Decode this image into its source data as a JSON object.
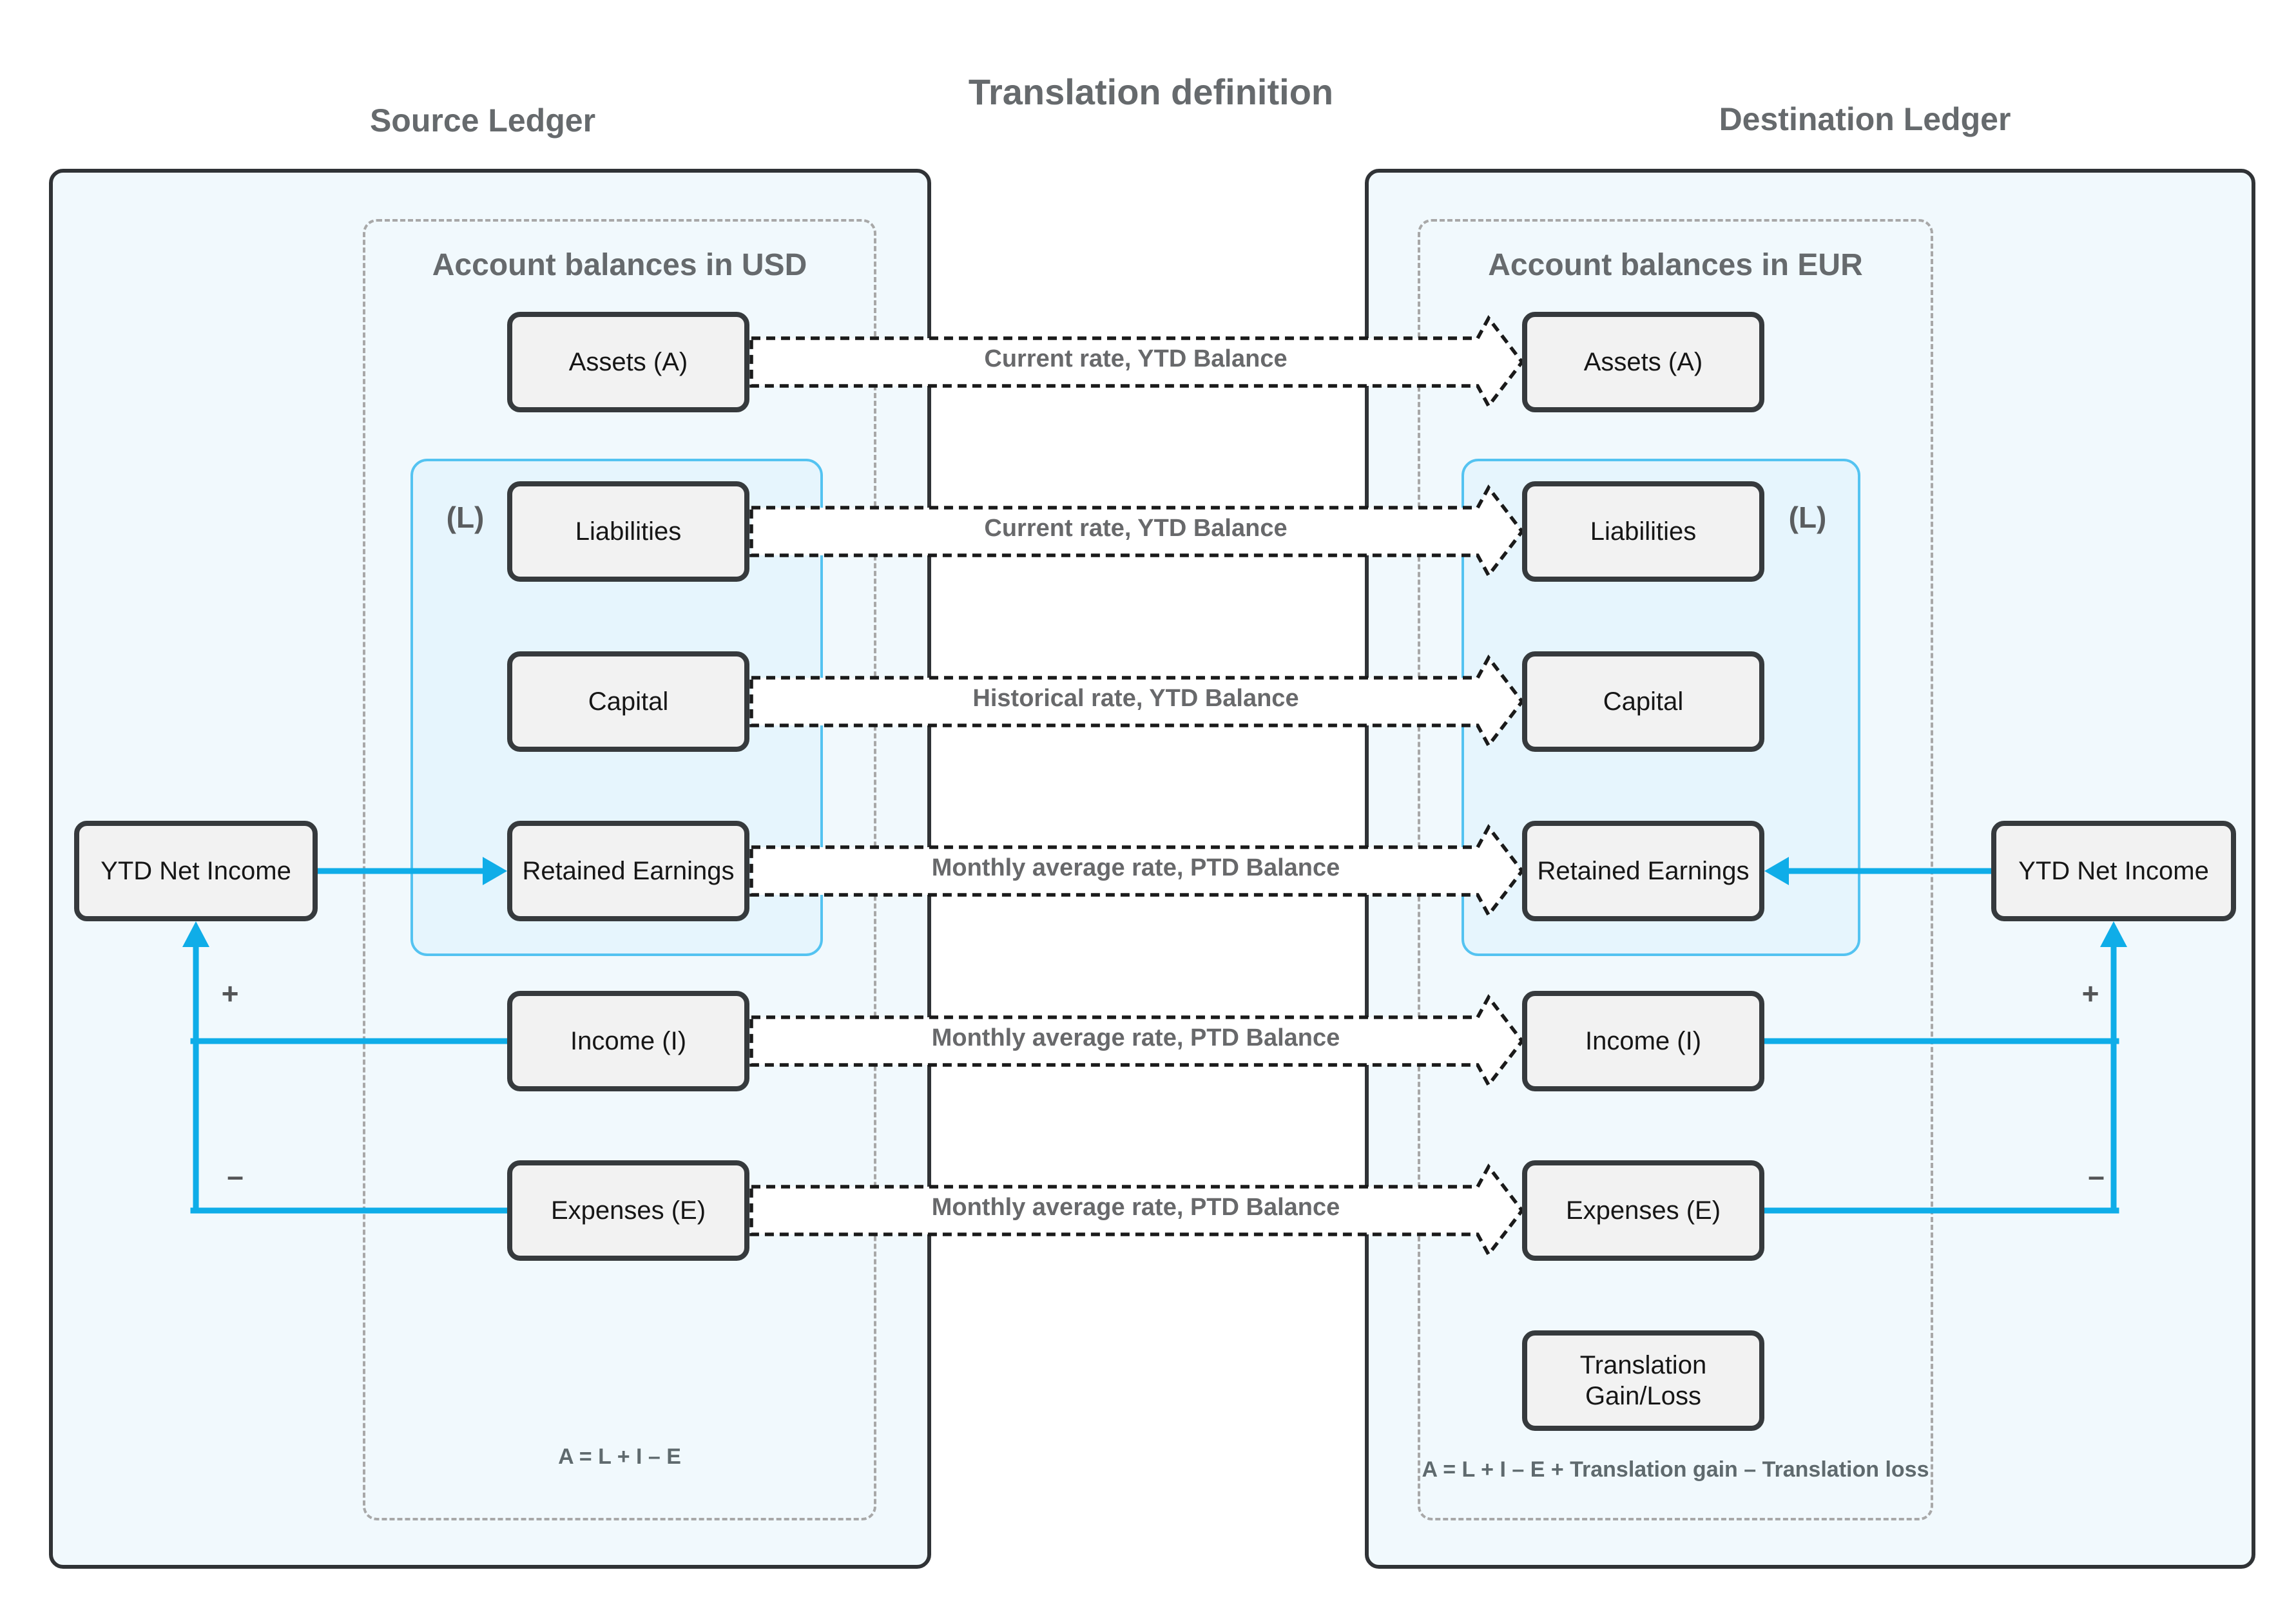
{
  "title": "Translation definition",
  "source": {
    "header": "Source Ledger",
    "group_title": "Account balances in USD",
    "l_label": "(L)",
    "boxes": [
      "Assets (A)",
      "Liabilities",
      "Capital",
      "Retained Earnings",
      "Income (I)",
      "Expenses (E)"
    ],
    "ytd_label": "YTD Net Income",
    "plus": "+",
    "minus": "–",
    "formula": "A = L + I – E"
  },
  "destination": {
    "header": "Destination Ledger",
    "group_title": "Account balances in EUR",
    "l_label": "(L)",
    "boxes": [
      "Assets (A)",
      "Liabilities",
      "Capital",
      "Retained Earnings",
      "Income (I)",
      "Expenses (E)"
    ],
    "gain_loss_label": "Translation Gain/Loss",
    "ytd_label": "YTD Net Income",
    "plus": "+",
    "minus": "–",
    "formula": "A = L + I – E + Translation gain – Translation loss"
  },
  "arrows": [
    {
      "label": "Current rate, YTD Balance"
    },
    {
      "label": "Current rate, YTD Balance"
    },
    {
      "label": "Historical rate, YTD Balance"
    },
    {
      "label": "Monthly average rate, PTD Balance"
    },
    {
      "label": "Monthly average rate, PTD Balance"
    },
    {
      "label": "Monthly average rate, PTD Balance"
    }
  ],
  "colors": {
    "accent_blue": "#0fade8",
    "l_group_border": "#54c3f1",
    "container_fill": "#f1f9fd",
    "box_fill": "#f2f2f2",
    "box_border": "#363a3d",
    "dashed_border": "#a8a8a8",
    "gray_text": "#666a6d"
  }
}
